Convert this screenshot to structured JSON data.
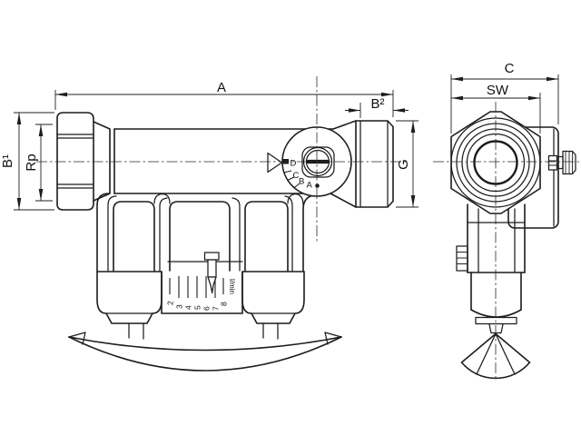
{
  "drawing": {
    "type": "technical-dimension-drawing",
    "views": [
      "front-view",
      "side-view"
    ],
    "colors": {
      "line": "#1c1c1c",
      "background": "#ffffff"
    }
  },
  "dimensions": {
    "a": "A",
    "b2": "B²",
    "g": "G",
    "b1": "B¹",
    "rp": "Rp",
    "c": "C",
    "sw": "SW"
  },
  "dial": {
    "labels": {
      "d": "D",
      "c": "C",
      "b": "B",
      "a": "A"
    }
  },
  "scale": {
    "numbers": [
      "2",
      "3",
      "4",
      "5",
      "6",
      "7",
      "8"
    ],
    "unit": "l/min"
  }
}
